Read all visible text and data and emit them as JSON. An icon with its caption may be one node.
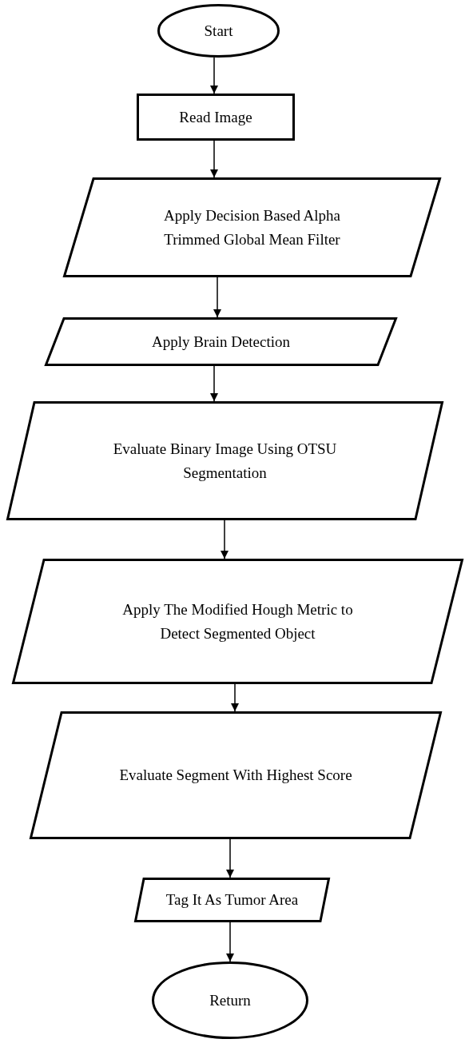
{
  "diagram": {
    "nodes": [
      {
        "text": [
          "Start"
        ]
      },
      {
        "text": [
          "Read Image"
        ]
      },
      {
        "text": [
          "Apply Decision Based Alpha Trimmed Global Mean Filter"
        ]
      },
      {
        "text": [
          "Apply Brain Detection"
        ]
      },
      {
        "text": [
          "Evaluate Binary Image Using OTSU Segmentation"
        ]
      },
      {
        "text": [
          "Apply The Modified Hough Metric to Detect Segmented Object"
        ]
      },
      {
        "text": [
          "Evaluate Segment With Highest Score"
        ]
      },
      {
        "text": [
          "Tag It As Tumor Area"
        ]
      },
      {
        "text": [
          "Return"
        ]
      }
    ],
    "edges": [
      {
        "from": 0,
        "to": 1,
        "arrow": "to"
      },
      {
        "from": 1,
        "to": 2,
        "arrow": "to"
      },
      {
        "from": 2,
        "to": 3,
        "arrow": "to"
      },
      {
        "from": 3,
        "to": 4,
        "arrow": "to"
      },
      {
        "from": 4,
        "to": 5,
        "arrow": "to"
      },
      {
        "from": 5,
        "to": 6,
        "arrow": "to"
      },
      {
        "from": 6,
        "to": 7,
        "arrow": "to"
      },
      {
        "from": 7,
        "to": 8,
        "arrow": "to"
      }
    ]
  }
}
